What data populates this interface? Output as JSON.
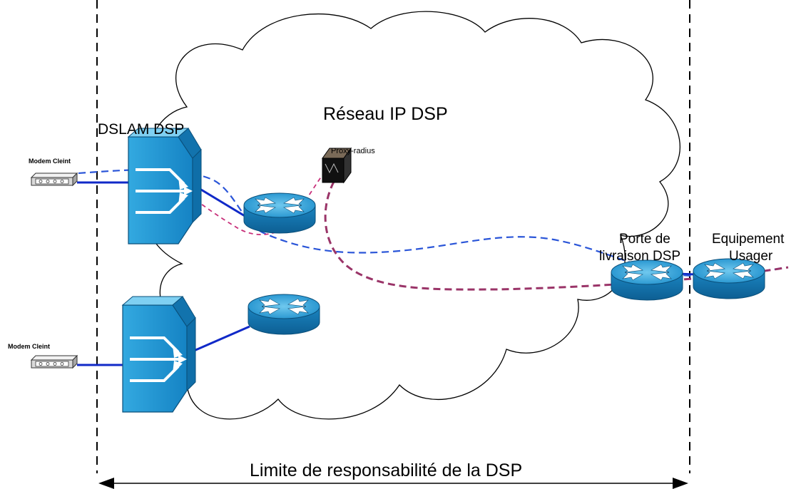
{
  "title": "Réseau IP DSP",
  "labels": {
    "dslam": "DSLAM DSP",
    "proxy": "Proxy-radius",
    "modem_top": "Modem Cleint",
    "modem_bottom": "Modem Cleint",
    "porte_line1": "Porte de",
    "porte_line2": "livraison DSP",
    "equip_line1": "Equipement",
    "equip_line2": "Usager",
    "limit": "Limite de responsabilité de la DSP"
  },
  "colors": {
    "cloud_stroke": "#000000",
    "device_blue": "#1e9ad6",
    "device_light": "#7fd0f2",
    "device_dark": "#0f6ea8",
    "solid_link": "#1029c8",
    "dash_blue": "#2a55d8",
    "dash_magenta": "#c8307a",
    "dash_purple": "#9a3468",
    "boundary": "#000000"
  },
  "icons": [
    "modem-icon",
    "dslam-icon",
    "router-icon",
    "server-icon",
    "arrow-icon"
  ]
}
